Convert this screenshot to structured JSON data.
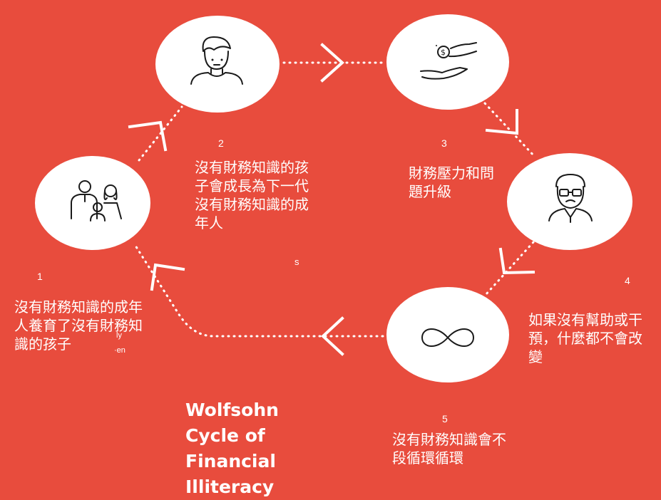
{
  "colors": {
    "background": "#e84c3d",
    "node_fill": "#ffffff",
    "icon_stroke": "#1a1a1a",
    "connector": "#ffffff"
  },
  "nodes": [
    {
      "id": "n1",
      "number": "1",
      "icon": "family-icon",
      "text": "沒有財務知識的成年人養育了沒有財務知識的孩子"
    },
    {
      "id": "n2",
      "number": "2",
      "icon": "young-man-icon",
      "text": "沒有財務知識的孩子會成長為下一代沒有財務知識的成年人"
    },
    {
      "id": "n3",
      "number": "3",
      "icon": "money-hands-icon",
      "text": "財務壓力和問題升級"
    },
    {
      "id": "n4",
      "number": "4",
      "icon": "stressed-man-icon",
      "text": "如果沒有幫助或干預，什麼都不會改變"
    },
    {
      "id": "n5",
      "number": "5",
      "icon": "infinity-icon",
      "text": "沒有財務知識會不段循環循環"
    }
  ],
  "title_lines": [
    "Wolfsohn",
    "Cycle of",
    "Financial",
    "Illiteracy"
  ],
  "stray_glyphs": {
    "s": "s",
    "ly": "ly",
    "en": "·en"
  }
}
